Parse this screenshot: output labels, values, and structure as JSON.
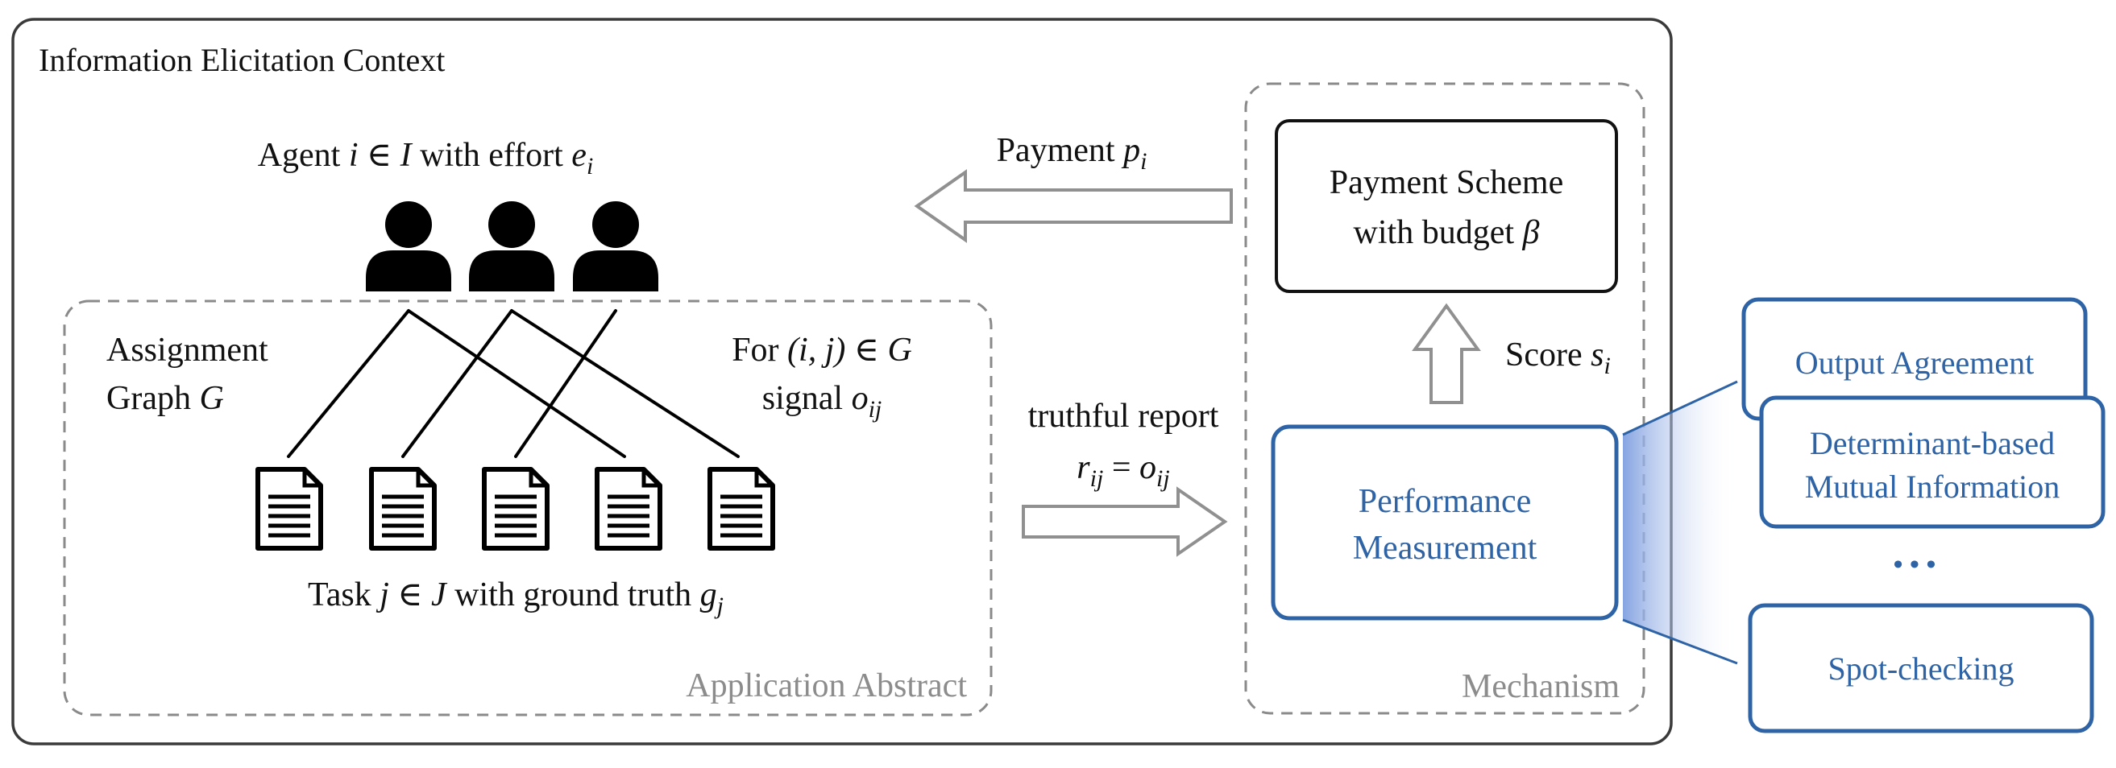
{
  "context": {
    "title": "Information Elicitation Context"
  },
  "agents": {
    "label_prefix": "Agent ",
    "label_var": "i",
    "label_mid": " ∈ ",
    "label_set": "I",
    "label_suffix": " with effort ",
    "effort_var": "e",
    "effort_sub": "i"
  },
  "application": {
    "caption": "Application Abstract",
    "assignment_line1": "Assignment",
    "assignment_line2_text": "Graph ",
    "assignment_line2_var": "G",
    "for_prefix": "For ",
    "for_pair": "(i, j)",
    "for_suffix": " ∈ ",
    "for_set": "G",
    "signal_text": "signal ",
    "signal_var": "o",
    "signal_sub": "ij",
    "task_prefix": "Task ",
    "task_var": "j",
    "task_mid": " ∈ ",
    "task_set": "J",
    "task_suffix": " with ground truth ",
    "truth_var": "g",
    "truth_sub": "j"
  },
  "payment_flow": {
    "label_text": "Payment ",
    "label_var": "p",
    "label_sub": "i"
  },
  "report_flow": {
    "line1": "truthful report",
    "lhs_var": "r",
    "lhs_sub": "ij",
    "eq": " = ",
    "rhs_var": "o",
    "rhs_sub": "ij"
  },
  "mechanism": {
    "caption": "Mechanism",
    "payment_scheme_line1": "Payment Scheme",
    "payment_scheme_line2_text": "with budget ",
    "payment_scheme_line2_var": "β",
    "score_text": "Score ",
    "score_var": "s",
    "score_sub": "i",
    "performance_line1": "Performance",
    "performance_line2": "Measurement"
  },
  "methods": {
    "output_agreement": "Output Agreement",
    "dmi_line1": "Determinant-based",
    "dmi_line2": "Mutual Information",
    "ellipsis": "• • •",
    "spot_checking": "Spot-checking"
  },
  "colors": {
    "blue": "#2e63a6",
    "gray_dash": "#8a8a8a",
    "gray_text": "#8c8c8c",
    "arrow_gray": "#909090",
    "black": "#111111"
  }
}
